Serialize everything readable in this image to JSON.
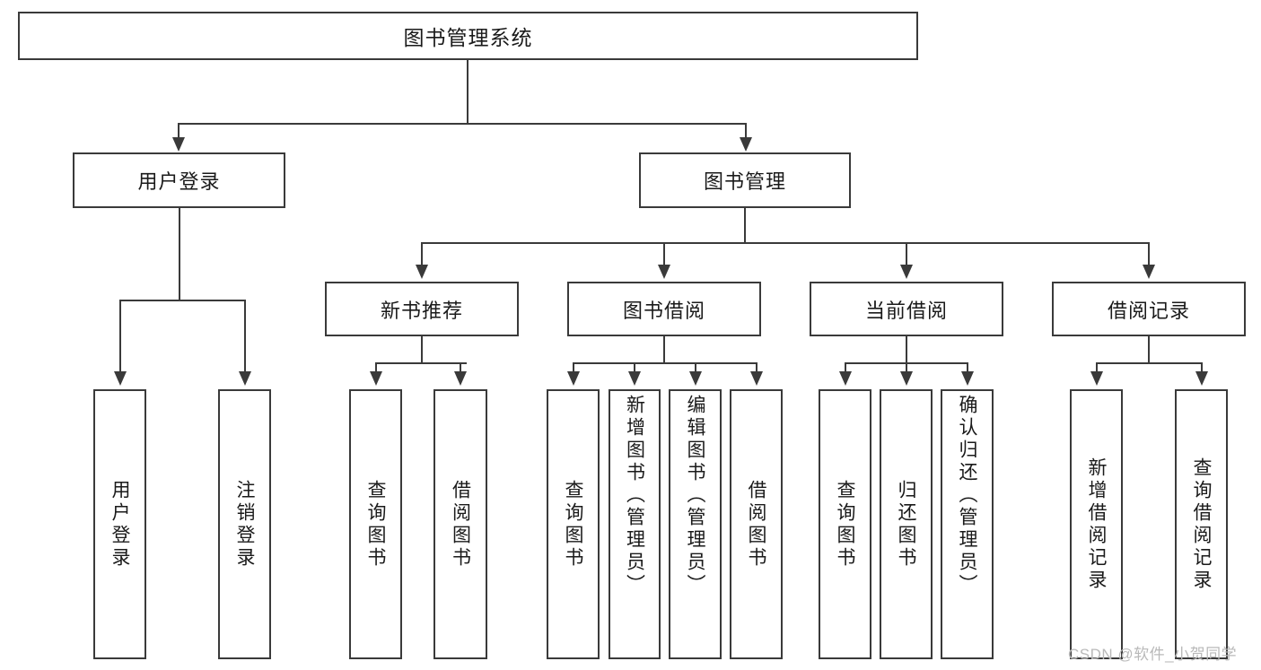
{
  "diagram": {
    "title_node": {
      "label": "图书管理系统"
    },
    "level2": [
      {
        "id": "user-login",
        "label": "用户登录"
      },
      {
        "id": "book-management",
        "label": "图书管理"
      }
    ],
    "level3": [
      {
        "id": "new-book-recommend",
        "label": "新书推荐"
      },
      {
        "id": "book-borrow",
        "label": "图书借阅"
      },
      {
        "id": "current-borrow",
        "label": "当前借阅"
      },
      {
        "id": "borrow-record",
        "label": "借阅记录"
      }
    ],
    "leaves": {
      "user_login": [
        {
          "id": "leaf-user-login",
          "label": "用户登录"
        },
        {
          "id": "leaf-user-logout",
          "label": "注销登录"
        }
      ],
      "new_book_recommend": [
        {
          "id": "leaf-query-book-1",
          "label": "查询图书"
        },
        {
          "id": "leaf-borrow-book-1",
          "label": "借阅图书"
        }
      ],
      "book_borrow": [
        {
          "id": "leaf-query-book-2",
          "label": "查询图书"
        },
        {
          "id": "leaf-add-book",
          "label": "新增图书（管理员）"
        },
        {
          "id": "leaf-edit-book",
          "label": "编辑图书（管理员）"
        },
        {
          "id": "leaf-borrow-book-2",
          "label": "借阅图书"
        }
      ],
      "current_borrow": [
        {
          "id": "leaf-query-book-3",
          "label": "查询图书"
        },
        {
          "id": "leaf-return-book",
          "label": "归还图书"
        },
        {
          "id": "leaf-confirm-return",
          "label": "确认归还（管理员）"
        }
      ],
      "borrow_record": [
        {
          "id": "leaf-add-record",
          "label": "新增借阅记录"
        },
        {
          "id": "leaf-query-record",
          "label": "查询借阅记录"
        }
      ]
    }
  },
  "watermark": {
    "text": "CSDN @软件_小贺同学"
  },
  "colors": {
    "stroke": "#3a3a3a",
    "fill": "#ffffff",
    "text": "#1a1a1a",
    "watermark": "#b9b9b9"
  }
}
